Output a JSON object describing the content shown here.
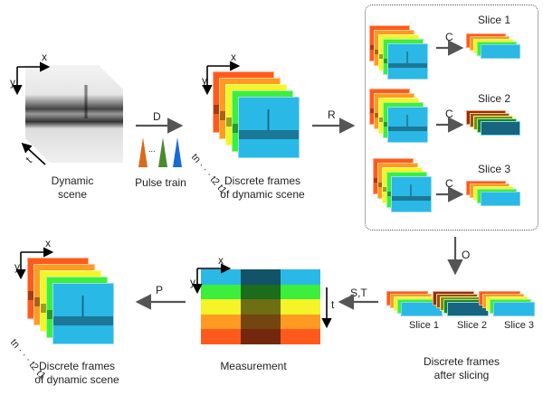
{
  "colors": {
    "c1": "#ff5a1e",
    "c2": "#ff9a22",
    "c3": "#f4f428",
    "c4": "#3cef3c",
    "c5": "#2ab8e6",
    "arrow": "#555555"
  },
  "axes": {
    "x": "x",
    "y": "y",
    "t": "t"
  },
  "dynamic_scene": {
    "label_line1": "Dynamic",
    "label_line2": "scene"
  },
  "pulse_train": {
    "label": "Pulse train",
    "dots": "...",
    "arrow_label": "D"
  },
  "frames1": {
    "label_line1": "Discrete frames",
    "label_line2": "of dynamic scene",
    "time_labels": "tn · · · t2  t1"
  },
  "r_arrow": "R",
  "slicing": {
    "c_label": "C",
    "slices": [
      "Slice 1",
      "Slice 2",
      "Slice 3"
    ]
  },
  "o_arrow": "O",
  "after_slicing": {
    "label_line1": "Discrete frames",
    "label_line2": "after slicing",
    "slices": [
      "Slice 1",
      "Slice 2",
      "Slice 3"
    ]
  },
  "st_arrow": "S,T",
  "measurement": {
    "label": "Measurement"
  },
  "p_arrow": "P",
  "frames2": {
    "label_line1": "Discrete frames",
    "label_line2": "of dynamic scene",
    "time_labels": "tn · · · t2  t1"
  }
}
